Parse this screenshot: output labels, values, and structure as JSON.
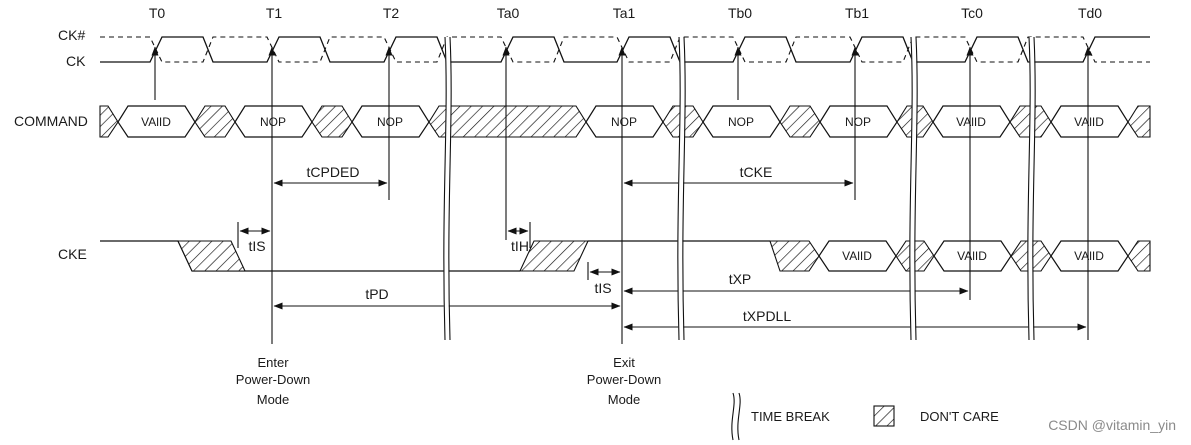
{
  "signals": {
    "ck_bar": "CK#",
    "ck": "CK",
    "command": "COMMAND",
    "cke": "CKE"
  },
  "clocks": [
    "T0",
    "T1",
    "T2",
    "Ta0",
    "Ta1",
    "Tb0",
    "Tb1",
    "Tc0",
    "Td0"
  ],
  "commands": {
    "valid_1": "VAlID",
    "nop_1": "NOP",
    "nop_2": "NOP",
    "nop_3": "NOP",
    "nop_4": "NOP",
    "nop_5": "NOP",
    "valid_2": "VAlID",
    "valid_3": "VAlID"
  },
  "cke_values": {
    "valid_1": "VAlID",
    "valid_2": "VAlID",
    "valid_3": "VAlID"
  },
  "timings": {
    "tcpded": "tCPDED",
    "tcke": "tCKE",
    "tis_1": "tIS",
    "tih": "tIH",
    "tis_2": "tIS",
    "tpd": "tPD",
    "txp": "tXP",
    "txpdll": "tXPDLL"
  },
  "annotations": {
    "enter": [
      "Enter",
      "Power-Down",
      "Mode"
    ],
    "exit": [
      "Exit",
      "Power-Down",
      "Mode"
    ]
  },
  "legend": {
    "time_break": "TIME BREAK",
    "dont_care": "DON'T CARE"
  },
  "watermark": "CSDN @vitamin_yin"
}
